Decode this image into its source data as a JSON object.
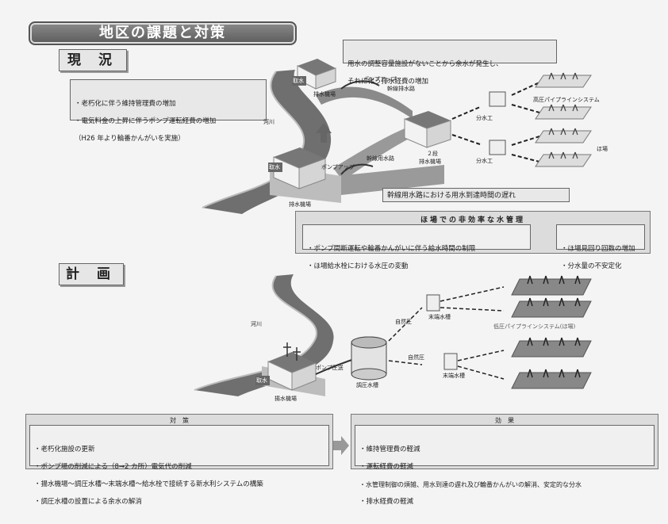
{
  "title": "地区の課題と対策",
  "current": {
    "label": "現 況",
    "left_note": [
      "・老朽化に伴う維持管理費の増加",
      "・電気料金の上昇に伴うポンプ運転経費の増加",
      "（H26 年より輪番かんがいを実施）"
    ],
    "top_note": [
      "用水の調整容量施設がないことから余水が発生し、",
      "それに伴う排水経費の増加"
    ],
    "labels": {
      "pump_station_top": "排水機場",
      "pump_up_1": "ポンプアップ",
      "trunk_drain": "幹線排水路",
      "branch_1": "分水工",
      "branch_2": "分水工",
      "hp_system": "高圧パイプラインシステム",
      "field": "ほ場",
      "river": "河川",
      "trunk_canal": "幹線用水路",
      "pump_up_2": "ポンプアップ",
      "two_stage": "２段",
      "two_stage_station": "排水機場",
      "intake_top": "取水",
      "intake_bottom": "取水",
      "pump_station_bottom": "排水機場"
    },
    "delay_note": "幹線用水路における用水到達時間の遅れ",
    "inefficiency": {
      "title": "ほ場での非効率な水管理",
      "causes": [
        "・ポンプ間断運転や輪番かんがいに伴う給水時間の制限",
        "・ほ場給水栓における水圧の変動"
      ],
      "results": [
        "・ほ場見回り回数の増加",
        "・分水量の不安定化"
      ]
    }
  },
  "plan": {
    "label": "計 画",
    "labels": {
      "river": "河川",
      "pump_station": "揚水機場",
      "intake": "取水",
      "pump_pressure": "ポンプ圧送",
      "regulating_tank": "調圧水槽",
      "natural_pressure_1": "自然圧",
      "natural_pressure_2": "自然圧",
      "end_tank_1": "末端水槽",
      "end_tank_2": "末端水槽",
      "lp_system": "低圧パイプラインシステム(ほ場)"
    },
    "measures_header": "対　策",
    "measures": [
      "・老朽化施設の更新",
      "・ポンプ場の削減による（8→2 カ所）電気代の削減",
      "・揚水機場～調圧水槽～末端水槽～給水栓で接続する新水利システムの構築",
      "・調圧水槽の設置による余水の解消"
    ],
    "effects_header": "効　果",
    "effects": [
      "・維持管理費の軽減",
      "・運転経費の軽減",
      "・水管理制御の煩雑、用水到達の遅れ及び輪番かんがいの解消、安定的な分水",
      "・排水経費の軽減"
    ]
  }
}
